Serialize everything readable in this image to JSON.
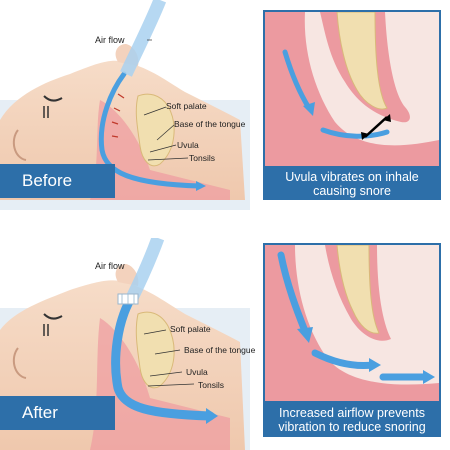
{
  "before": {
    "air_flow_label": "Air flow",
    "soft_palate_label": "Soft palate",
    "tongue_label": "Base of the tongue",
    "uvula_label": "Uvula",
    "tonsils_label": "Tonsils",
    "badge": "Before",
    "caption": "Uvula vibrates on inhale causing snore"
  },
  "after": {
    "air_flow_label": "Air flow",
    "soft_palate_label": "Soft palate",
    "tongue_label": "Base of the tongue",
    "uvula_label": "Uvula",
    "tonsils_label": "Tonsils",
    "badge": "After",
    "caption": "Increased airflow prevents vibration to reduce snoring"
  },
  "colors": {
    "accent_blue": "#2d6fa9",
    "airflow_blue": "#4a9fe0",
    "skin": "#f7d9c4",
    "tissue_red": "#e7898f",
    "bone": "#f1dfb0"
  }
}
